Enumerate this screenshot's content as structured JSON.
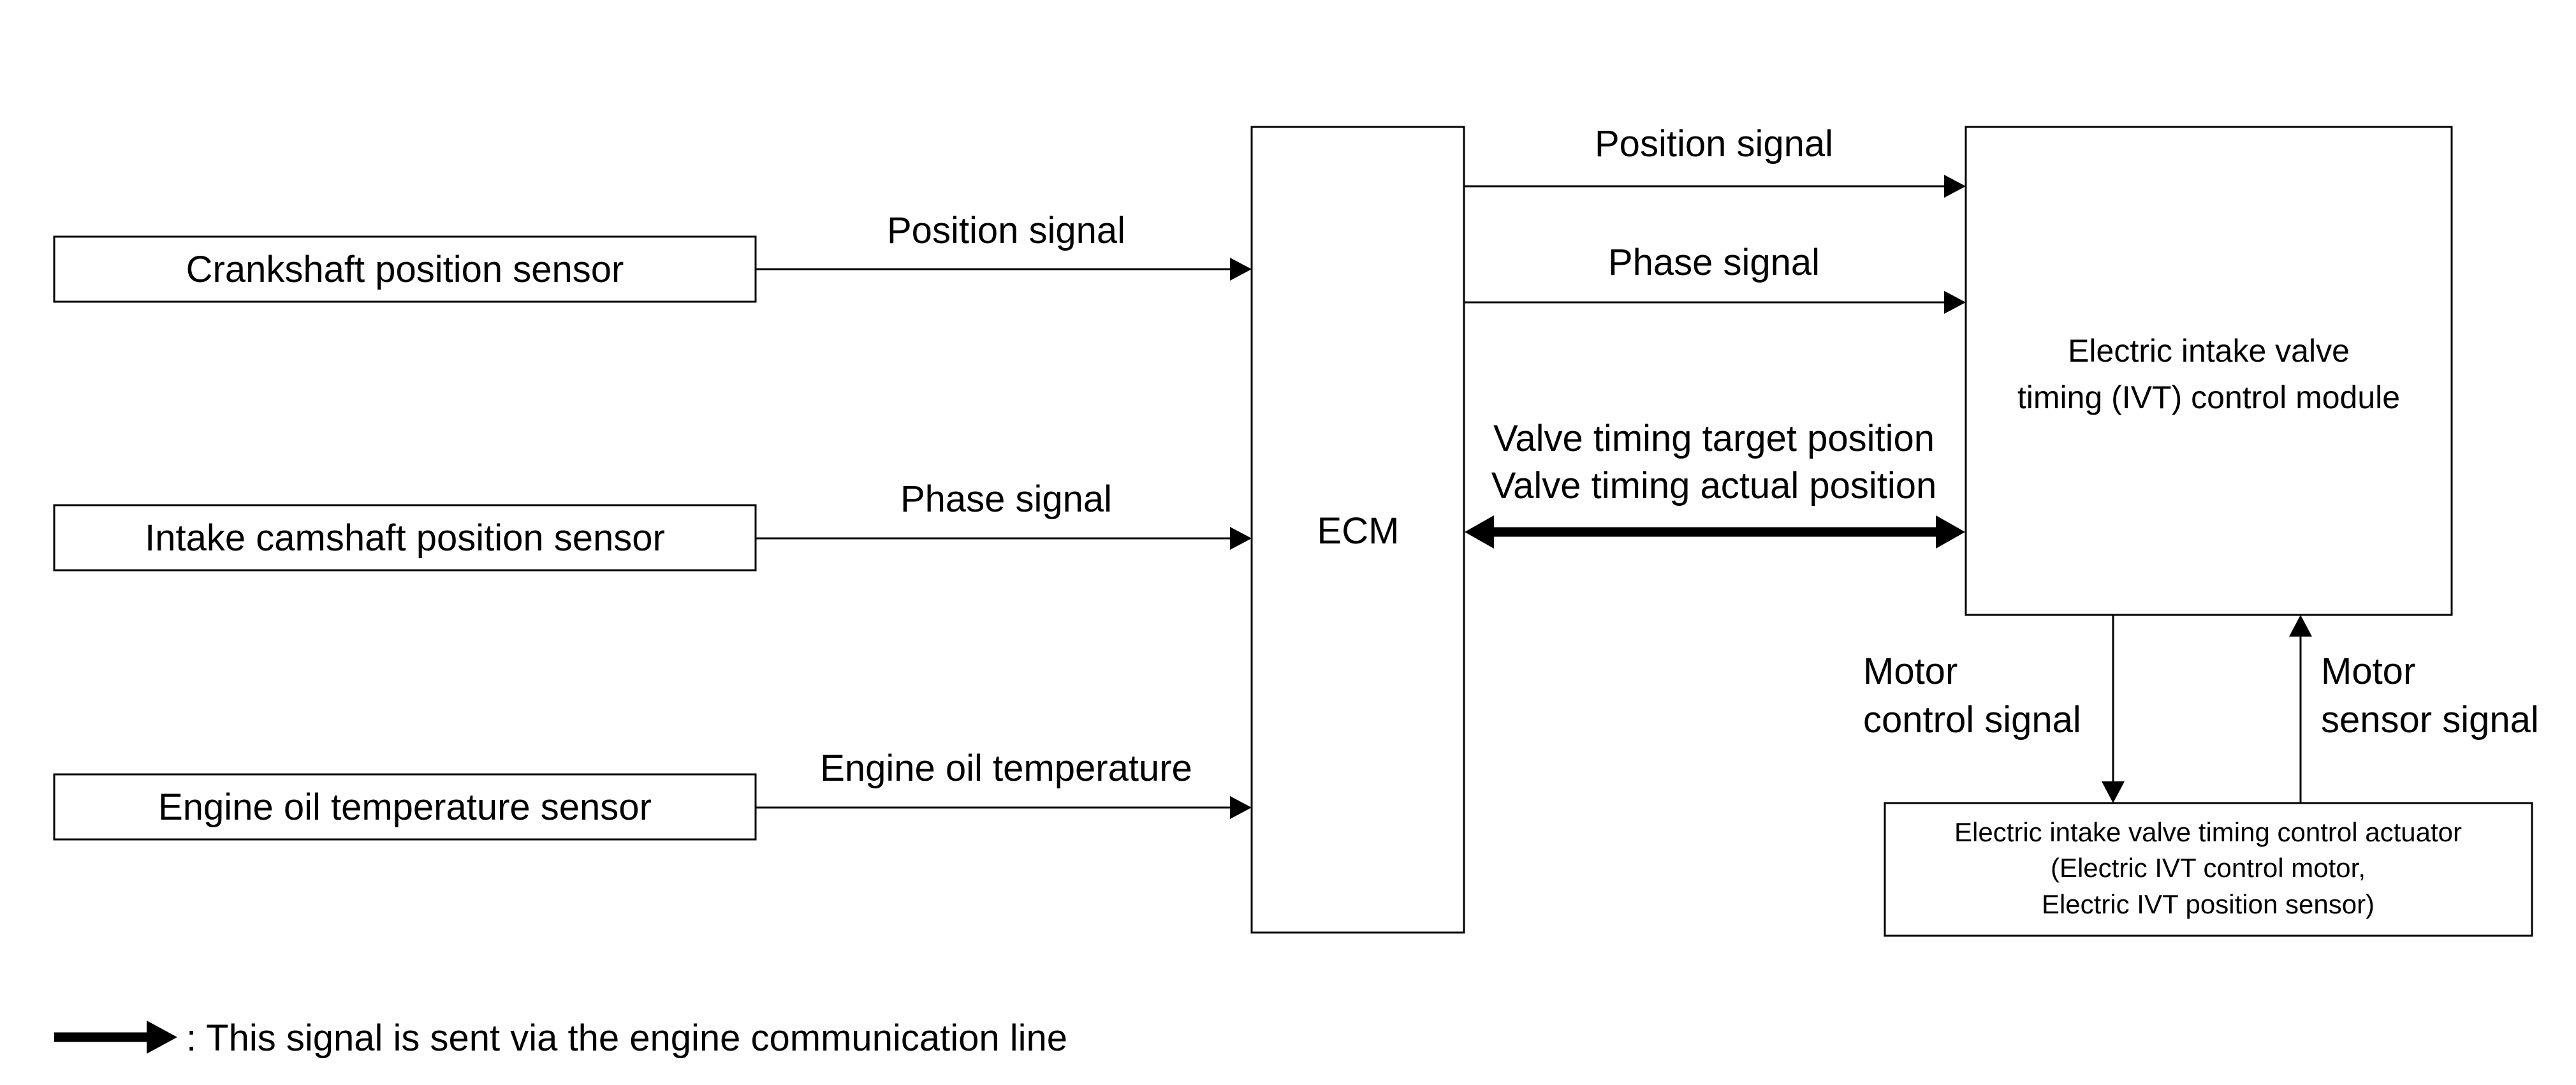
{
  "sensors": {
    "crankshaft": "Crankshaft position sensor",
    "intake_camshaft": "Intake camshaft position sensor",
    "oil_temp": "Engine oil temperature sensor"
  },
  "ecm": {
    "label": "ECM"
  },
  "module": {
    "line1": "Electric intake valve",
    "line2": "timing (IVT) control module"
  },
  "actuator": {
    "line1": "Electric intake valve timing control actuator",
    "line2": "(Electric IVT control motor,",
    "line3": "Electric IVT position sensor)"
  },
  "signals": {
    "crank_position": "Position signal",
    "cam_phase": "Phase signal",
    "oil_temp": "Engine oil temperature",
    "ecm_position": "Position signal",
    "ecm_phase": "Phase signal",
    "target_position": "Valve timing target position",
    "actual_position": "Valve timing actual position",
    "motor_control_1": "Motor",
    "motor_control_2": "control signal",
    "motor_sensor_1": "Motor",
    "motor_sensor_2": "sensor signal"
  },
  "legend": {
    "text": ": This signal is sent via the engine communication line"
  }
}
